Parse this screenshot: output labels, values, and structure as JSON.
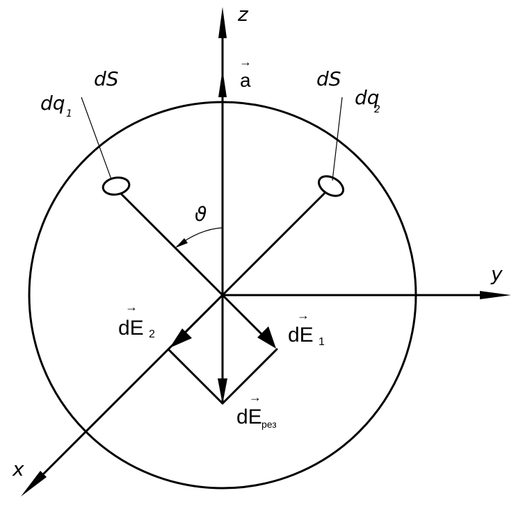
{
  "axes": {
    "z": "z",
    "y": "y",
    "x": "x"
  },
  "vector_a": {
    "arrow": "→",
    "symbol": "a"
  },
  "theta": "ϑ",
  "charges": {
    "left": {
      "area": "dS",
      "charge": "dq",
      "index": "1"
    },
    "right": {
      "area": "dS",
      "charge": "dq",
      "index": "2"
    }
  },
  "field": {
    "e1": {
      "arrow": "→",
      "base": "dE",
      "index": "1"
    },
    "e2": {
      "arrow": "→",
      "base": "dE",
      "index": "2"
    },
    "res": {
      "arrow": "→",
      "base": "dE",
      "index": "рез"
    }
  }
}
